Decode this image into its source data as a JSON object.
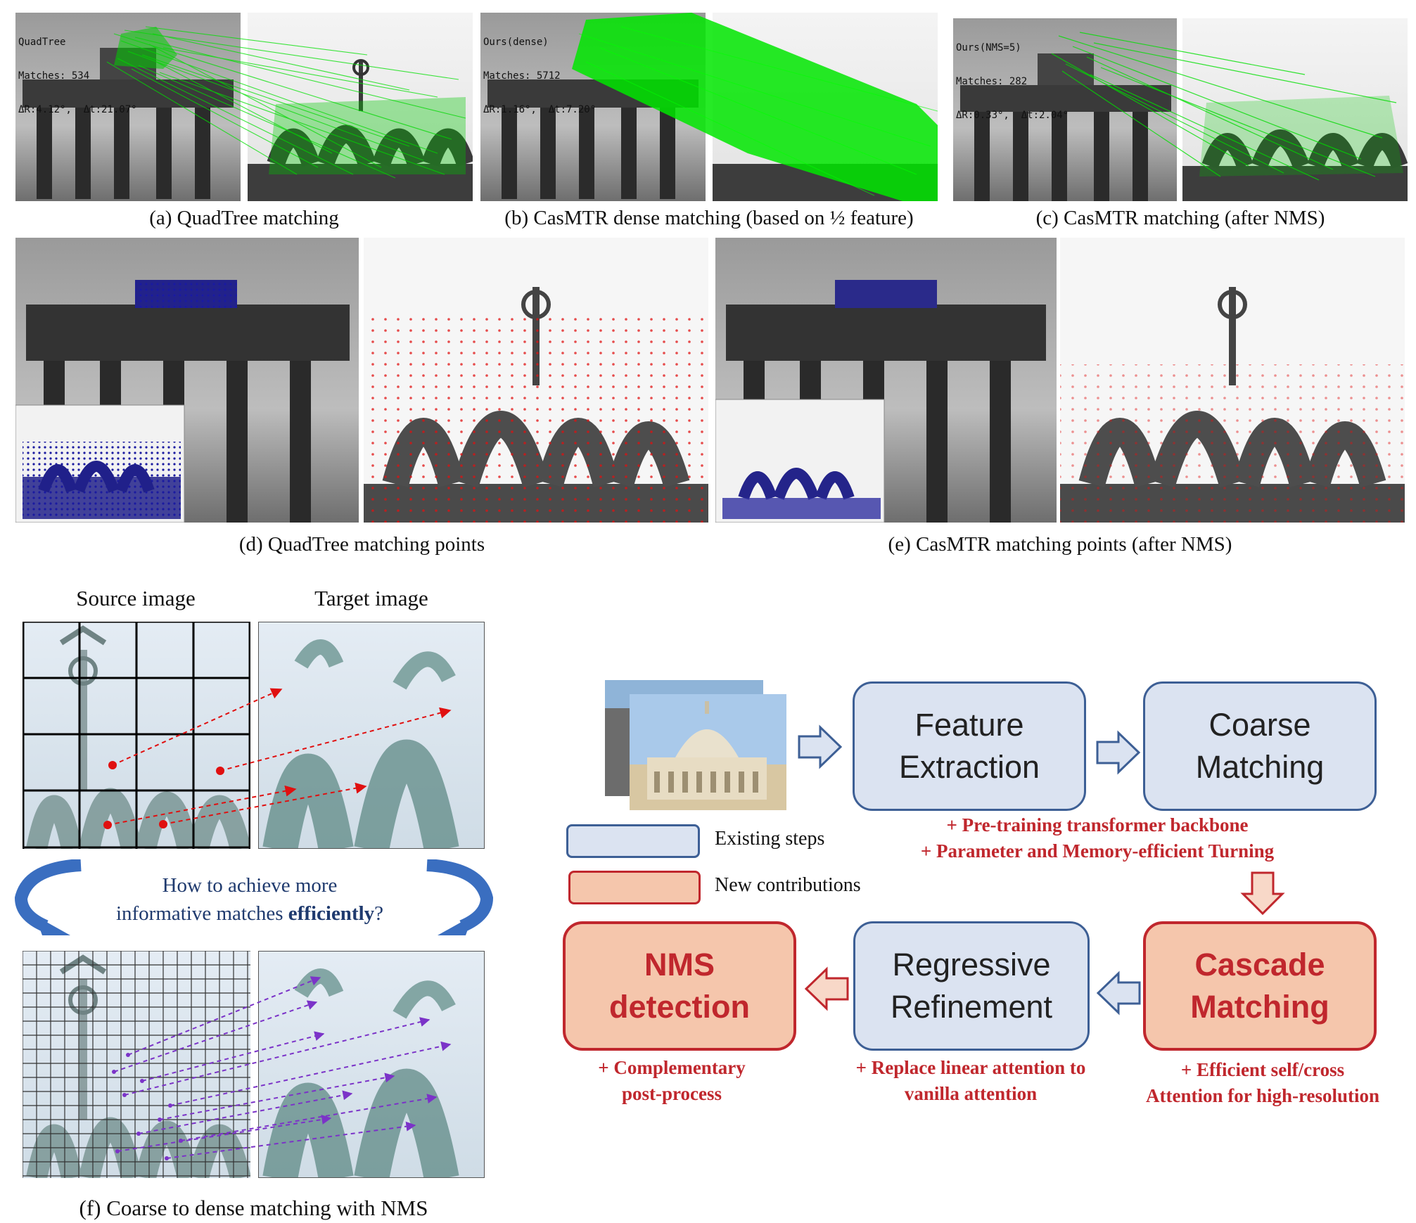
{
  "panels": {
    "a": {
      "caption": "(a) QuadTree matching",
      "overlay": [
        "QuadTree",
        "Matches: 534",
        "ΔR:4.12°,  Δt:21.07°"
      ]
    },
    "b": {
      "caption": "(b) CasMTR dense matching (based on ½ feature)",
      "overlay": [
        "Ours(dense)",
        "Matches: 5712",
        "ΔR:1.16°,  Δt:7.20°"
      ]
    },
    "c": {
      "caption": "(c) CasMTR matching (after NMS)",
      "overlay": [
        "Ours(NMS=5)",
        "Matches: 282",
        "ΔR:0.33°,  Δt:2.04°"
      ]
    },
    "d": {
      "caption": "(d) QuadTree matching points"
    },
    "e": {
      "caption": "(e) CasMTR matching points (after NMS)"
    }
  },
  "figure_f": {
    "source_label": "Source image",
    "target_label": "Target image",
    "question_prefix": "How to achieve more",
    "question_line2_start": "informative matches ",
    "question_emphasis": "efficiently",
    "question_end": "?",
    "caption": "(f) Coarse to dense matching with NMS"
  },
  "pipeline": {
    "steps": {
      "feature_extraction": "Feature\nExtraction",
      "coarse_matching": "Coarse\nMatching",
      "cascade_matching": "Cascade\nMatching",
      "regressive_refinement": "Regressive\nRefinement",
      "nms_detection": "NMS\ndetection"
    },
    "notes": {
      "backbone_1": "+ Pre-training transformer backbone",
      "backbone_2": "+ Parameter and Memory-efficient Turning",
      "cascade_1": "+ Efficient self/cross",
      "cascade_2": "Attention for high-resolution",
      "refine_1": "+ Replace linear attention to",
      "refine_2": "vanilla attention",
      "nms_1": "+ Complementary",
      "nms_2": "post-process"
    },
    "legend": {
      "existing": "Existing steps",
      "new": "New contributions"
    },
    "colors": {
      "existing_fill": "#dbe3f1",
      "existing_border": "#3d5f95",
      "new_fill": "#f5c6ac",
      "new_border": "#c0272d",
      "accent_red": "#c0272d"
    }
  }
}
